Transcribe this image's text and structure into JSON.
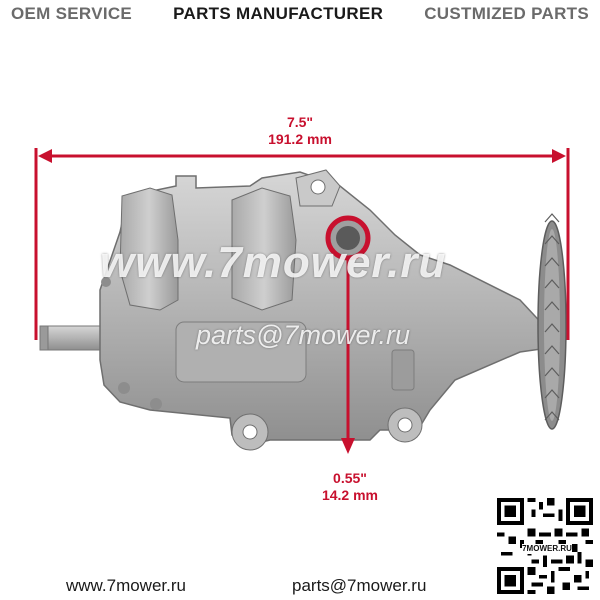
{
  "banner": {
    "left": "OEM SERVICE",
    "middle": "PARTS MANUFACTURER",
    "right": "CUSTMIZED PARTS"
  },
  "dimensions": {
    "length_in": "7.5\"",
    "length_mm": "191.2 mm",
    "port_in": "0.55\"",
    "port_mm": "14.2 mm"
  },
  "watermarks": {
    "site": "www.7mower.ru",
    "email": "parts@7mower.ru"
  },
  "footer": {
    "site": "www.7mower.ru",
    "email": "parts@7mower.ru"
  },
  "qr": {
    "caption": "7MOWER.RU"
  },
  "colors": {
    "dimension": "#c8102e",
    "metal": "#b9b9b9"
  }
}
